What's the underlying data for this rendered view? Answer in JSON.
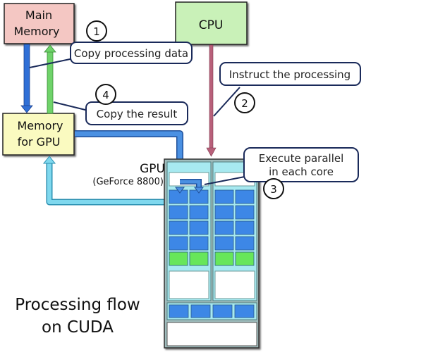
{
  "diagram": {
    "title_line1": "Processing flow",
    "title_line2": "on CUDA",
    "nodes": {
      "main_memory": {
        "line1": "Main",
        "line2": "Memory",
        "fill": "#f4c7c3"
      },
      "cpu": {
        "label": "CPU",
        "fill": "#c9f1b8"
      },
      "gpu_memory": {
        "line1": "Memory",
        "line2": "for GPU",
        "fill": "#fafac0"
      },
      "gpu": {
        "label": "GPU",
        "model": "(GeForce 8800)"
      }
    },
    "steps": [
      {
        "number": "1",
        "label": "Copy processing data"
      },
      {
        "number": "2",
        "label": "Instruct the processing"
      },
      {
        "number": "3",
        "line1": "Execute parallel",
        "line2": "in each core"
      },
      {
        "number": "4",
        "label": "Copy the result"
      }
    ],
    "colors": {
      "core_blue": "#3d87e6",
      "core_green": "#67e65a",
      "gpu_frame": "#a7e9f0",
      "arrow_copy_data": "#2f6fd6",
      "arrow_copy_result": "#6fd36a",
      "arrow_instruct": "#b8607a",
      "arrow_gpu_data": "#4a90e2",
      "arrow_return": "#7fd8ee",
      "callout_border": "#1a2a5a"
    }
  }
}
